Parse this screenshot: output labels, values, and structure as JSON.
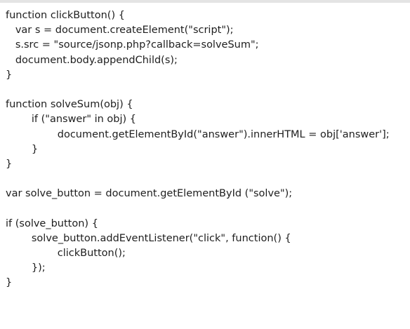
{
  "code": {
    "lines": [
      "function clickButton() {",
      "   var s = document.createElement(\"script\");",
      "   s.src = \"source/jsonp.php?callback=solveSum\";",
      "   document.body.appendChild(s);",
      "}",
      "",
      "function solveSum(obj) {",
      "        if (\"answer\" in obj) {",
      "                document.getElementById(\"answer\").innerHTML = obj['answer'];",
      "        }",
      "}",
      "",
      "var solve_button = document.getElementById (\"solve\");",
      "",
      "if (solve_button) {",
      "        solve_button.addEventListener(\"click\", function() {",
      "                clickButton();",
      "        });",
      "}"
    ]
  }
}
